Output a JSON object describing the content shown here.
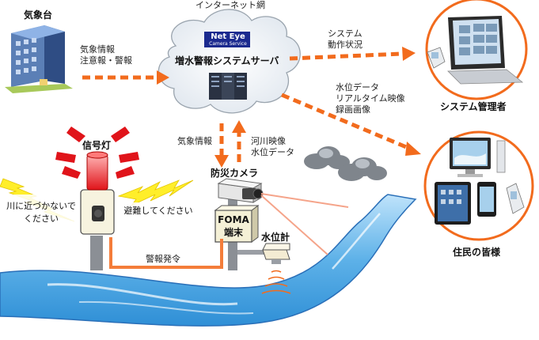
{
  "network_label": "インターネット網",
  "server": {
    "brand": "Net Eye",
    "brand_sub": "Camera Service",
    "label": "増水警報システムサーバ"
  },
  "weather_agency": {
    "label": "気象台",
    "flow_line1": "気象情報",
    "flow_line2": "注意報・警報"
  },
  "admin": {
    "label": "システム管理者",
    "flow_line1": "システム",
    "flow_line2": "動作状況"
  },
  "residents": {
    "label": "住民の皆様",
    "flow_line1": "水位データ",
    "flow_line2": "リアルタイム映像",
    "flow_line3": "録画画像"
  },
  "camera": {
    "label": "防災カメラ",
    "down_flow": "気象情報",
    "up_flow_line1": "河川映像",
    "up_flow_line2": "水位データ"
  },
  "terminal": {
    "line1": "FOMA",
    "line2": "端末"
  },
  "water_gauge": {
    "label": "水位計"
  },
  "signal": {
    "label": "信号灯",
    "warning_left_line1": "川に近づかないで",
    "warning_left_line2": "ください",
    "warning_right": "避難してください",
    "alarm_label": "警報発令"
  },
  "colors": {
    "arrow": "#f26b1d",
    "ring": "#f26b1d",
    "river": "#3f9fde",
    "river_edge": "#2a6fb8",
    "cable": "#f47d3a",
    "signal_red": "#e0141a",
    "bolt_yellow": "#ffee2a"
  }
}
